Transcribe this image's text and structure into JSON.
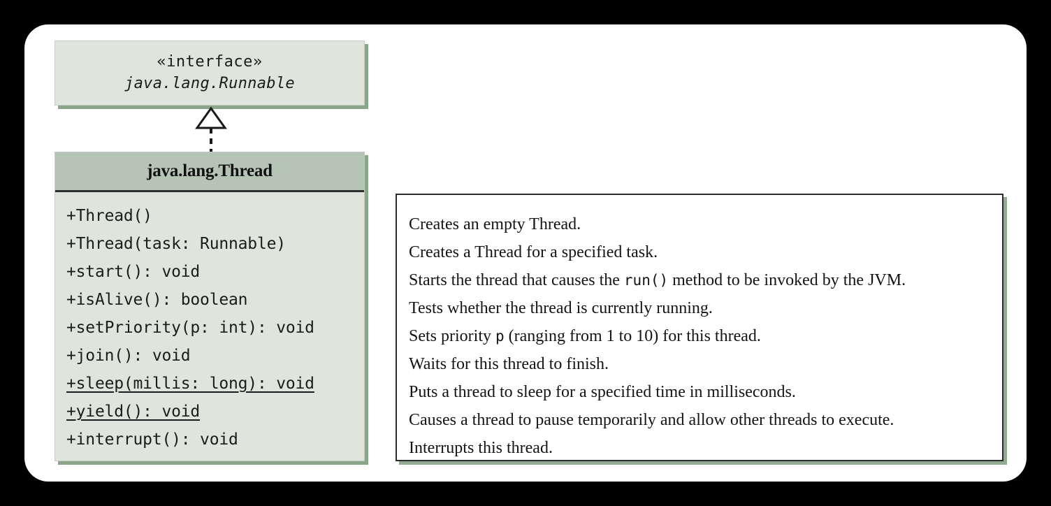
{
  "diagram": {
    "title": "java.lang.Thread UML class diagram",
    "colors": {
      "box_fill": "#dfe4dc",
      "header_fill": "#b6c4b6",
      "box_shadow": "#8ba58b",
      "desc_shadow": "#93ab93",
      "card_background": "#ffffff",
      "page_background": "#000000",
      "text": "#1c1c1c"
    }
  },
  "interface_box": {
    "stereotype": "«interface»",
    "name": "java.lang.Runnable"
  },
  "relationship": {
    "type": "realization",
    "icon": "hollow-triangle-dashed-arrow",
    "from": "java.lang.Thread",
    "to": "java.lang.Runnable"
  },
  "thread_box": {
    "class_name": "java.lang.Thread",
    "members": [
      {
        "signature": "+Thread()",
        "static": false
      },
      {
        "signature": "+Thread(task: Runnable)",
        "static": false
      },
      {
        "signature": "+start(): void",
        "static": false
      },
      {
        "signature": "+isAlive(): boolean",
        "static": false
      },
      {
        "signature": "+setPriority(p: int): void",
        "static": false
      },
      {
        "signature": "+join(): void",
        "static": false
      },
      {
        "signature": "+sleep(millis: long): void",
        "static": true
      },
      {
        "signature": "+yield(): void",
        "static": true
      },
      {
        "signature": "+interrupt(): void",
        "static": false
      }
    ]
  },
  "descriptions": [
    {
      "parts": [
        {
          "text": "Creates an empty Thread.",
          "code": false
        }
      ]
    },
    {
      "parts": [
        {
          "text": "Creates a Thread for a specified task.",
          "code": false
        }
      ]
    },
    {
      "parts": [
        {
          "text": "Starts the thread that causes the ",
          "code": false
        },
        {
          "text": "run()",
          "code": true
        },
        {
          "text": " method to be invoked by the JVM.",
          "code": false
        }
      ]
    },
    {
      "parts": [
        {
          "text": "Tests whether the thread is currently running.",
          "code": false
        }
      ]
    },
    {
      "parts": [
        {
          "text": "Sets priority ",
          "code": false
        },
        {
          "text": "p",
          "code": true
        },
        {
          "text": " (ranging from 1 to 10) for this thread.",
          "code": false
        }
      ]
    },
    {
      "parts": [
        {
          "text": "Waits for this thread to finish.",
          "code": false
        }
      ]
    },
    {
      "parts": [
        {
          "text": "Puts a thread to sleep for a specified time in milliseconds.",
          "code": false
        }
      ]
    },
    {
      "parts": [
        {
          "text": "Causes a thread to pause temporarily and allow other threads to execute.",
          "code": false
        }
      ]
    },
    {
      "parts": [
        {
          "text": "Interrupts this thread.",
          "code": false
        }
      ]
    }
  ]
}
